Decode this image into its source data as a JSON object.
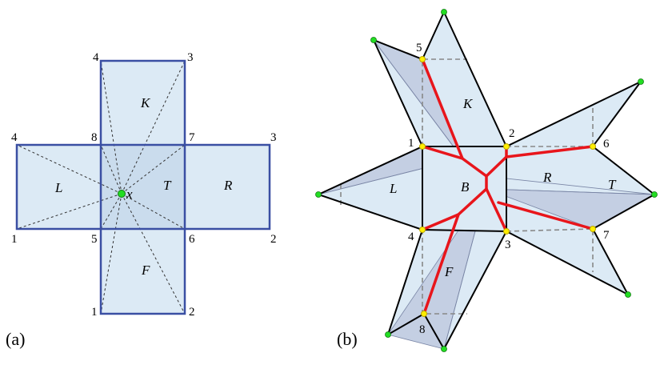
{
  "panel_a": {
    "label": "(a)",
    "faces": {
      "L": "L",
      "K": "K",
      "T": "T",
      "R": "R",
      "F": "F"
    },
    "point_label": "x",
    "vertex_labels": {
      "k_tl": "4",
      "k_tr": "3",
      "l_tl": "4",
      "t_tl": "8",
      "t_tr": "7",
      "r_tr": "3",
      "l_bl": "1",
      "t_bl": "5",
      "t_br": "6",
      "r_br": "2",
      "f_bl": "1",
      "f_br": "2"
    }
  },
  "panel_b": {
    "label": "(b)",
    "faces": {
      "K": "K",
      "L": "L",
      "B": "B",
      "R": "R",
      "T": "T",
      "F": "F"
    },
    "vertex_labels": {
      "v1": "1",
      "v2": "2",
      "v3": "3",
      "v4": "4",
      "v5": "5",
      "v6": "6",
      "v7": "7",
      "v8": "8"
    }
  },
  "colors": {
    "face_fill": "#dceaf5",
    "net_stroke": "#3a4fa3",
    "cut_red": "#e8151b",
    "vertex_yellow": "#ffee00",
    "tip_green": "#22dd22",
    "fold_dashed": "#888888"
  }
}
